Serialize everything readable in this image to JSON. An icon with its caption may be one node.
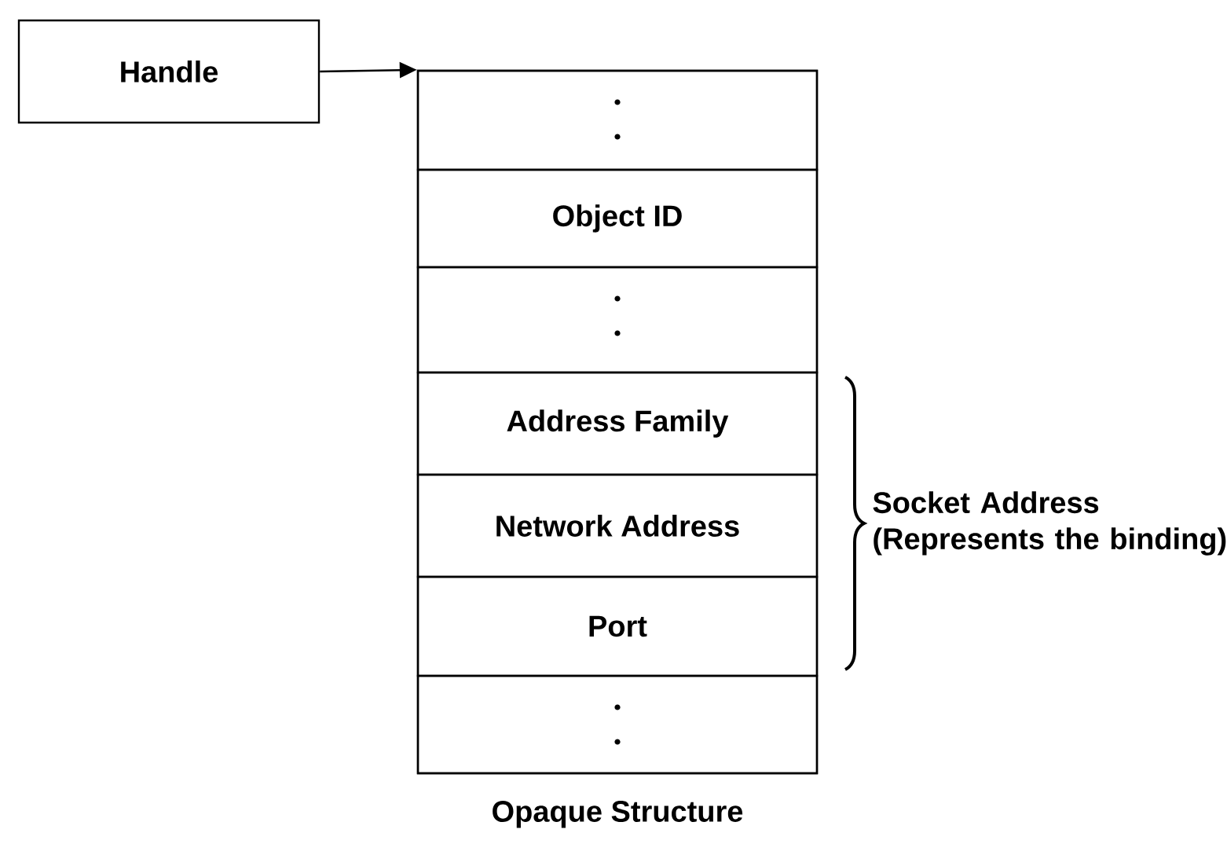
{
  "diagram": {
    "nodes": [
      {
        "text": [
          "Handle"
        ]
      },
      {
        "text": [
          "Opaque Structure"
        ]
      },
      {
        "text": [],
        "shape": "box",
        "in": 1
      },
      {
        "text": [
          "Object ID"
        ],
        "in": 1
      },
      {
        "text": [],
        "shape": "box",
        "in": 1
      },
      {
        "text": [
          "Address Family"
        ],
        "in": 1
      },
      {
        "text": [
          "Network Address"
        ],
        "in": 1
      },
      {
        "text": [
          "Port"
        ],
        "in": 1
      },
      {
        "text": [],
        "shape": "box",
        "in": 1
      }
    ],
    "edges": [
      {
        "from": 0,
        "to": 1,
        "arrow": "to"
      }
    ],
    "labels": [
      "Socket Address (Represents the binding)"
    ]
  }
}
